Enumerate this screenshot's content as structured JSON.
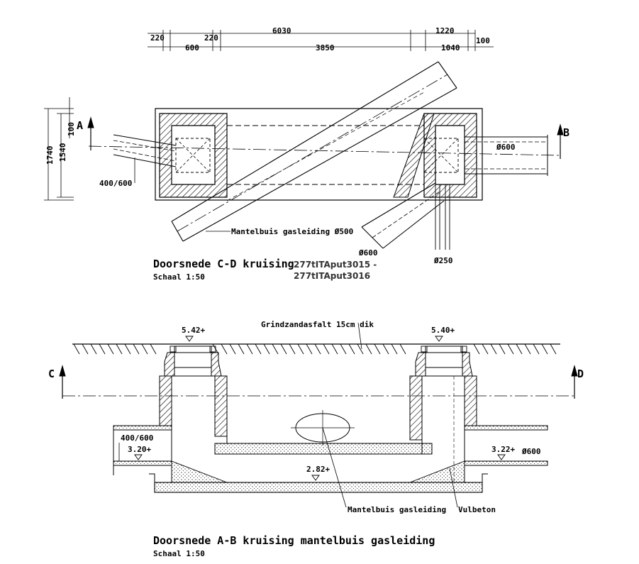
{
  "drawing": {
    "section_cd": {
      "title": "Doorsnede C-D kruising",
      "scale": "Schaal 1:50",
      "ref_line1": "277tITAput3015 -",
      "ref_line2": "277tITAput3016",
      "marker_left": "A",
      "marker_right": "B",
      "dims_top": [
        "220",
        "220",
        "6030",
        "1220"
      ],
      "dims_bottom": [
        "600",
        "3850",
        "1040",
        "100"
      ],
      "dims_left": [
        "1740",
        "1540",
        "100"
      ],
      "label_pipe_left": "400/600",
      "label_pipe_right": "Ø600",
      "label_casing": "Mantelbuis gasleiding Ø500",
      "label_pipe_lower": "Ø600",
      "label_pipe_small": "Ø250"
    },
    "section_ab": {
      "title": "Doorsnede A-B kruising mantelbuis gasleiding",
      "scale": "Schaal 1:50",
      "marker_left": "C",
      "marker_right": "D",
      "label_surface": "Grindzandasfalt 15cm dik",
      "level_left_top": "5.42+",
      "level_right_top": "5.40+",
      "level_left_pipe": "3.20+",
      "level_right_pipe": "3.22+",
      "level_bottom": "2.82+",
      "label_pipe_left": "400/600",
      "label_pipe_right": "Ø600",
      "label_casing": "Mantelbuis gasleiding",
      "label_fill": "Vulbeton"
    }
  }
}
